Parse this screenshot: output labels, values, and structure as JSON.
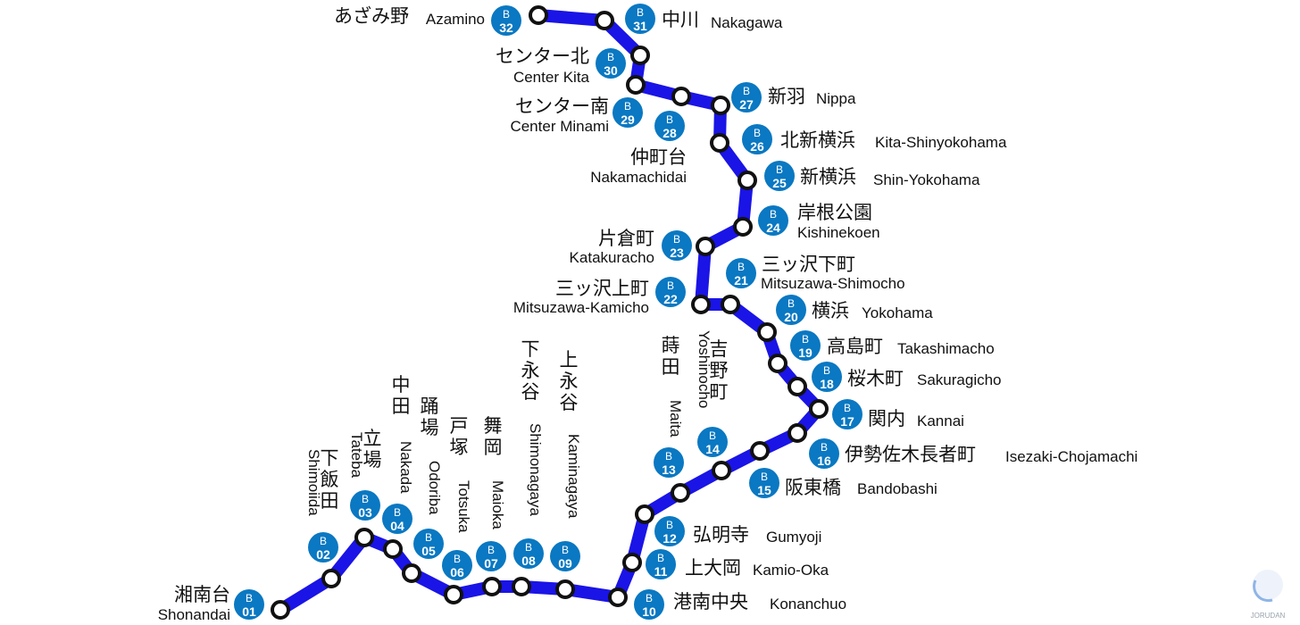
{
  "map": {
    "line_color": "#1a14e6",
    "badge_color": "#0a78c2",
    "line_letter": "B"
  },
  "stations": [
    {
      "code": "01",
      "ja": "湘南台",
      "en": "Shonandai"
    },
    {
      "code": "02",
      "ja": "下飯田",
      "en": "Shimoiida"
    },
    {
      "code": "03",
      "ja": "立場",
      "en": "Tateba"
    },
    {
      "code": "04",
      "ja": "中田",
      "en": "Nakada"
    },
    {
      "code": "05",
      "ja": "踊場",
      "en": "Odoriba"
    },
    {
      "code": "06",
      "ja": "戸塚",
      "en": "Totsuka"
    },
    {
      "code": "07",
      "ja": "舞岡",
      "en": "Maioka"
    },
    {
      "code": "08",
      "ja": "下永谷",
      "en": "Shimonagaya"
    },
    {
      "code": "09",
      "ja": "上永谷",
      "en": "Kaminagaya"
    },
    {
      "code": "10",
      "ja": "港南中央",
      "en": "Konanchuo"
    },
    {
      "code": "11",
      "ja": "上大岡",
      "en": "Kamio-Oka"
    },
    {
      "code": "12",
      "ja": "弘明寺",
      "en": "Gumyoji"
    },
    {
      "code": "13",
      "ja": "蒔田",
      "en": "Maita"
    },
    {
      "code": "14",
      "ja": "吉野町",
      "en": "Yoshinocho"
    },
    {
      "code": "15",
      "ja": "阪東橋",
      "en": "Bandobashi"
    },
    {
      "code": "16",
      "ja": "伊勢佐木長者町",
      "en": "Isezaki-Chojamachi"
    },
    {
      "code": "17",
      "ja": "関内",
      "en": "Kannai"
    },
    {
      "code": "18",
      "ja": "桜木町",
      "en": "Sakuragicho"
    },
    {
      "code": "19",
      "ja": "高島町",
      "en": "Takashimacho"
    },
    {
      "code": "20",
      "ja": "横浜",
      "en": "Yokohama"
    },
    {
      "code": "21",
      "ja": "三ッ沢下町",
      "en": "Mitsuzawa-Shimocho"
    },
    {
      "code": "22",
      "ja": "三ッ沢上町",
      "en": "Mitsuzawa-Kamicho"
    },
    {
      "code": "23",
      "ja": "片倉町",
      "en": "Katakuracho"
    },
    {
      "code": "24",
      "ja": "岸根公園",
      "en": "Kishinekoen"
    },
    {
      "code": "25",
      "ja": "新横浜",
      "en": "Shin-Yokohama"
    },
    {
      "code": "26",
      "ja": "北新横浜",
      "en": "Kita-Shinyokohama"
    },
    {
      "code": "27",
      "ja": "新羽",
      "en": "Nippa"
    },
    {
      "code": "28",
      "ja": "仲町台",
      "en": "Nakamachidai"
    },
    {
      "code": "29",
      "ja": "センター南",
      "en": "Center Minami"
    },
    {
      "code": "30",
      "ja": "センター北",
      "en": "Center Kita"
    },
    {
      "code": "31",
      "ja": "中川",
      "en": "Nakagawa"
    },
    {
      "code": "32",
      "ja": "あざみ野",
      "en": "Azamino"
    }
  ],
  "logo": {
    "text": "JORUDAN"
  }
}
